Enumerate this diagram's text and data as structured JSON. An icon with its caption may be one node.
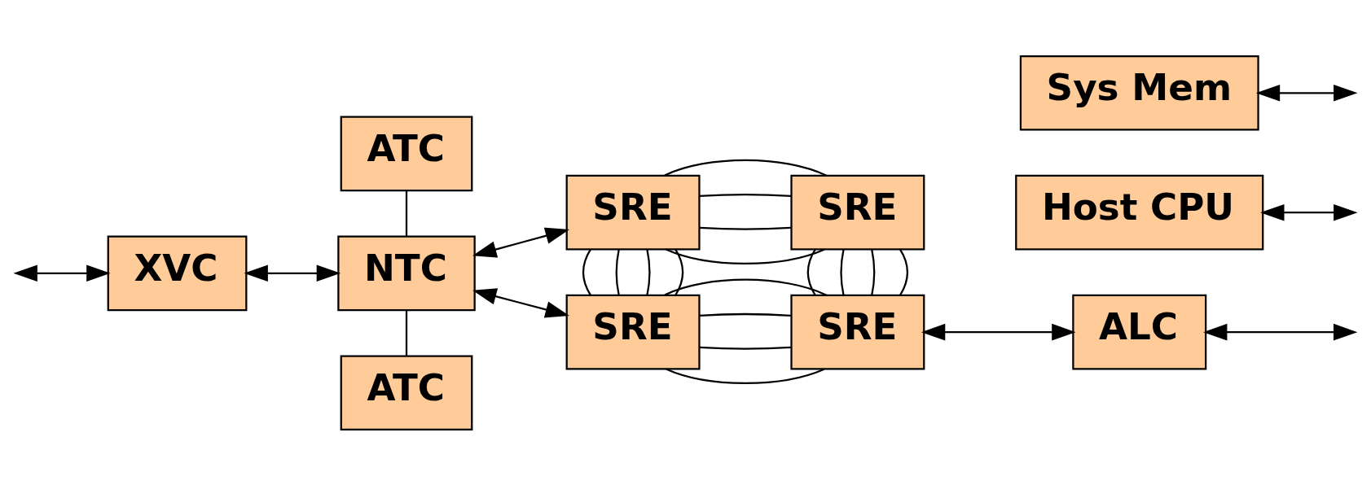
{
  "diagram": {
    "nodes": [
      {
        "text": [
          "XVC"
        ]
      },
      {
        "text": [
          "ATC"
        ]
      },
      {
        "text": [
          "NTC"
        ]
      },
      {
        "text": [
          "ATC"
        ]
      },
      {
        "text": [
          "SRE"
        ]
      },
      {
        "text": [
          "SRE"
        ]
      },
      {
        "text": [
          "SRE"
        ]
      },
      {
        "text": [
          "SRE"
        ]
      },
      {
        "text": [
          "Host CPU"
        ]
      },
      {
        "text": [
          "Sys Mem"
        ]
      },
      {
        "text": [
          "ALC"
        ]
      }
    ],
    "edges": [
      {
        "from": null,
        "to": 0,
        "arrow": "both"
      },
      {
        "from": 0,
        "to": 2,
        "arrow": "both"
      },
      {
        "from": 1,
        "to": 2,
        "arrow": "none"
      },
      {
        "from": 2,
        "to": 3,
        "arrow": "none"
      },
      {
        "from": 2,
        "to": 4,
        "arrow": "both"
      },
      {
        "from": 6,
        "to": 2,
        "arrow": "both"
      },
      {
        "from": 7,
        "to": 10,
        "arrow": "both"
      },
      {
        "from": 8,
        "to": null,
        "arrow": "both"
      },
      {
        "from": 9,
        "to": null,
        "arrow": "both"
      },
      {
        "from": 10,
        "to": null,
        "arrow": "both"
      },
      {
        "from": 4,
        "to": 5,
        "arrow": "none"
      },
      {
        "from": 4,
        "to": 5,
        "arrow": "none"
      },
      {
        "from": 4,
        "to": 5,
        "arrow": "none"
      },
      {
        "from": 4,
        "to": 5,
        "arrow": "none"
      },
      {
        "from": 4,
        "to": 6,
        "arrow": "none"
      },
      {
        "from": 4,
        "to": 6,
        "arrow": "none"
      },
      {
        "from": 4,
        "to": 6,
        "arrow": "none"
      },
      {
        "from": 4,
        "to": 6,
        "arrow": "none"
      },
      {
        "from": 5,
        "to": 7,
        "arrow": "none"
      },
      {
        "from": 5,
        "to": 7,
        "arrow": "none"
      },
      {
        "from": 5,
        "to": 7,
        "arrow": "none"
      },
      {
        "from": 5,
        "to": 7,
        "arrow": "none"
      },
      {
        "from": 6,
        "to": 7,
        "arrow": "none"
      },
      {
        "from": 6,
        "to": 7,
        "arrow": "none"
      },
      {
        "from": 6,
        "to": 7,
        "arrow": "none"
      },
      {
        "from": 6,
        "to": 7,
        "arrow": "none"
      }
    ]
  }
}
